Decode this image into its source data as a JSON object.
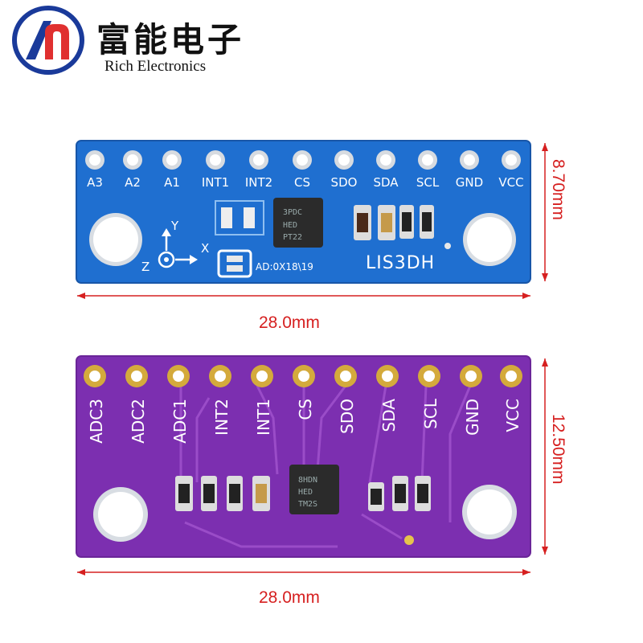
{
  "brand": {
    "name_cn": "富能电子",
    "name_en": "Rich Electronics",
    "accent_color": "#1a3a9a",
    "secondary_color": "#e03030"
  },
  "board_top": {
    "color": "#1f6fd0",
    "pins": [
      "A3",
      "A2",
      "A1",
      "INT1",
      "INT2",
      "CS",
      "SDO",
      "SDA",
      "SCL",
      "GND",
      "VCC"
    ],
    "chip_label": "LIS3DH",
    "address_label": "AD:0X18\\19",
    "axis_labels": [
      "Y",
      "X",
      "Z"
    ],
    "width": "28.0mm",
    "height": "8.70mm"
  },
  "board_bottom": {
    "color": "#7c2fb0",
    "pins": [
      "ADC3",
      "ADC2",
      "ADC1",
      "INT2",
      "INT1",
      "CS",
      "SDO",
      "SDA",
      "SCL",
      "GND",
      "VCC"
    ],
    "width": "28.0mm",
    "height": "12.50mm"
  },
  "dimension_color": "#d62020"
}
